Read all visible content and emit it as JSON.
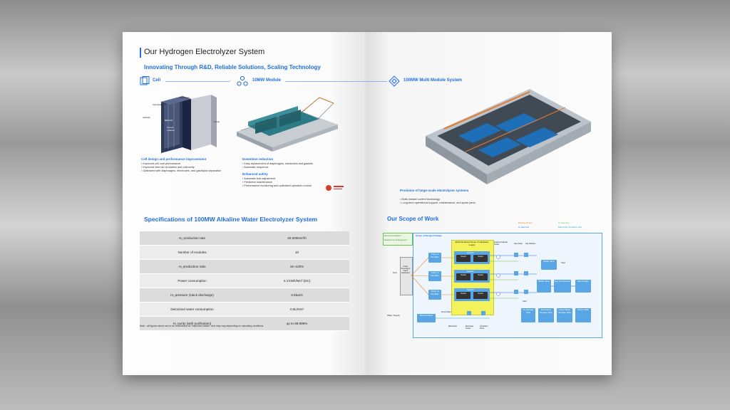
{
  "left_page": {
    "title": "Our Hydrogen Electrolyzer System",
    "tagline": "Innovating Through R&D, Reliable Solutions, Scaling Technology",
    "steps": [
      {
        "label": "Cell"
      },
      {
        "label": "10MW Module"
      }
    ],
    "cell_diagram_labels": {
      "cell_gasket": "Cell Gasket",
      "diaphragm": "Diaphragm",
      "cathode": "Cathode",
      "anode": "Anode",
      "mea": "MEA/cell",
      "current_collector": "Current Collector"
    },
    "cell_info": {
      "heading": "Cell design and performance improvement",
      "bullets": [
        "Improved cell cost performance",
        "Improved internal circulation and uniformity",
        "Optimized with diaphragms, electrodes, and gas/liquid separation"
      ]
    },
    "module_info": {
      "heading1": "Downtime reduction",
      "bullets1": [
        "Easy replacement of diaphragms, electrodes and gaskets",
        "Automatic sequence"
      ],
      "heading2": "Enhanced safety",
      "bullets2": [
        "Automatic bolt adjustment",
        "Predictive maintenance",
        "Performance monitoring and optimized operation control"
      ]
    },
    "spec_title": "Specifications of 100MW Alkaline Water Electrolyzer System",
    "specs": [
      {
        "name": "H₂ production rate",
        "value": "20,000Nm³/h"
      },
      {
        "name": "Number of modules",
        "value": "10"
      },
      {
        "name": "H₂ production ratio",
        "value": "15~100%"
      },
      {
        "name": "Power consumption",
        "value": "4.4 kWh/Nm³ (DC)"
      },
      {
        "name": "H₂ pressure (stack discharge)",
        "value": "0.5barG"
      },
      {
        "name": "Deionized water consumption",
        "value": "0.9L/Nm³"
      },
      {
        "name": "H₂ purity (with purification)",
        "value": "up to 99.999%"
      }
    ],
    "note": "Note : all figures above are to be understood as \"expected values\" and may vary depending on operating conditions"
  },
  "right_page": {
    "step": {
      "label": "100MW Multi Module System"
    },
    "system_info": {
      "heading": "Provision of large-scale electrolyzer systems",
      "bullets": [
        "Multi-module control technology",
        "Long-term operational support, maintenance, and spare parts"
      ]
    },
    "scope_title": "Our Scope of Work",
    "scope_legend": [
      {
        "label": "Electrical Power",
        "color": "#f08a24"
      },
      {
        "label": "H₂ Gas Line",
        "color": "#1f6fe0"
      },
      {
        "label": "O₂ Gas Line",
        "color": "#6cc24a"
      },
      {
        "label": "Electrolyte Circulation Line",
        "color": "#2bb0a8"
      }
    ],
    "scope_labels": {
      "recommendation": "Recommendation",
      "equipment": "Equipment arrangement",
      "design_package": "Scope of Design Package",
      "hardware_supply": "[Multi Modules] Scope of Hardware supply",
      "module": "Module",
      "stack": "Stack",
      "grid": "Grid",
      "power_equipment": "Power Receiving & Transf. Equipment",
      "trans_rect": "Trans. & Rectifier",
      "water_supply": "Water Supply",
      "demineralizer": "Demineralizer",
      "deoxo": "Deoxo Water",
      "electrolyte": "Electrolyte",
      "electrolyte_cooler": "Electrolyte Cooler",
      "circulation_pump": "Circulation Pump",
      "gas_cooler": "Gas Cooler",
      "gas_filtration": "Gas Filtration",
      "analyzer": "Analyzer/Cathode Vessel",
      "vent": "Vent",
      "buffer_tank": "Buffer Tank",
      "compressor": "Gas Compressor",
      "purifier": "Gas Purifier",
      "n2_storage": "N₂ Storage Tank",
      "electrolyte_storage": "Electrolyte Storage Tank",
      "liquid_water": "Liquid Water Storage Tank",
      "others": "Others BOP"
    }
  },
  "colors": {
    "accent": "#1f6fe0",
    "diagram_blue": "#58a6e6",
    "highlight_yellow": "#f3f25a"
  }
}
